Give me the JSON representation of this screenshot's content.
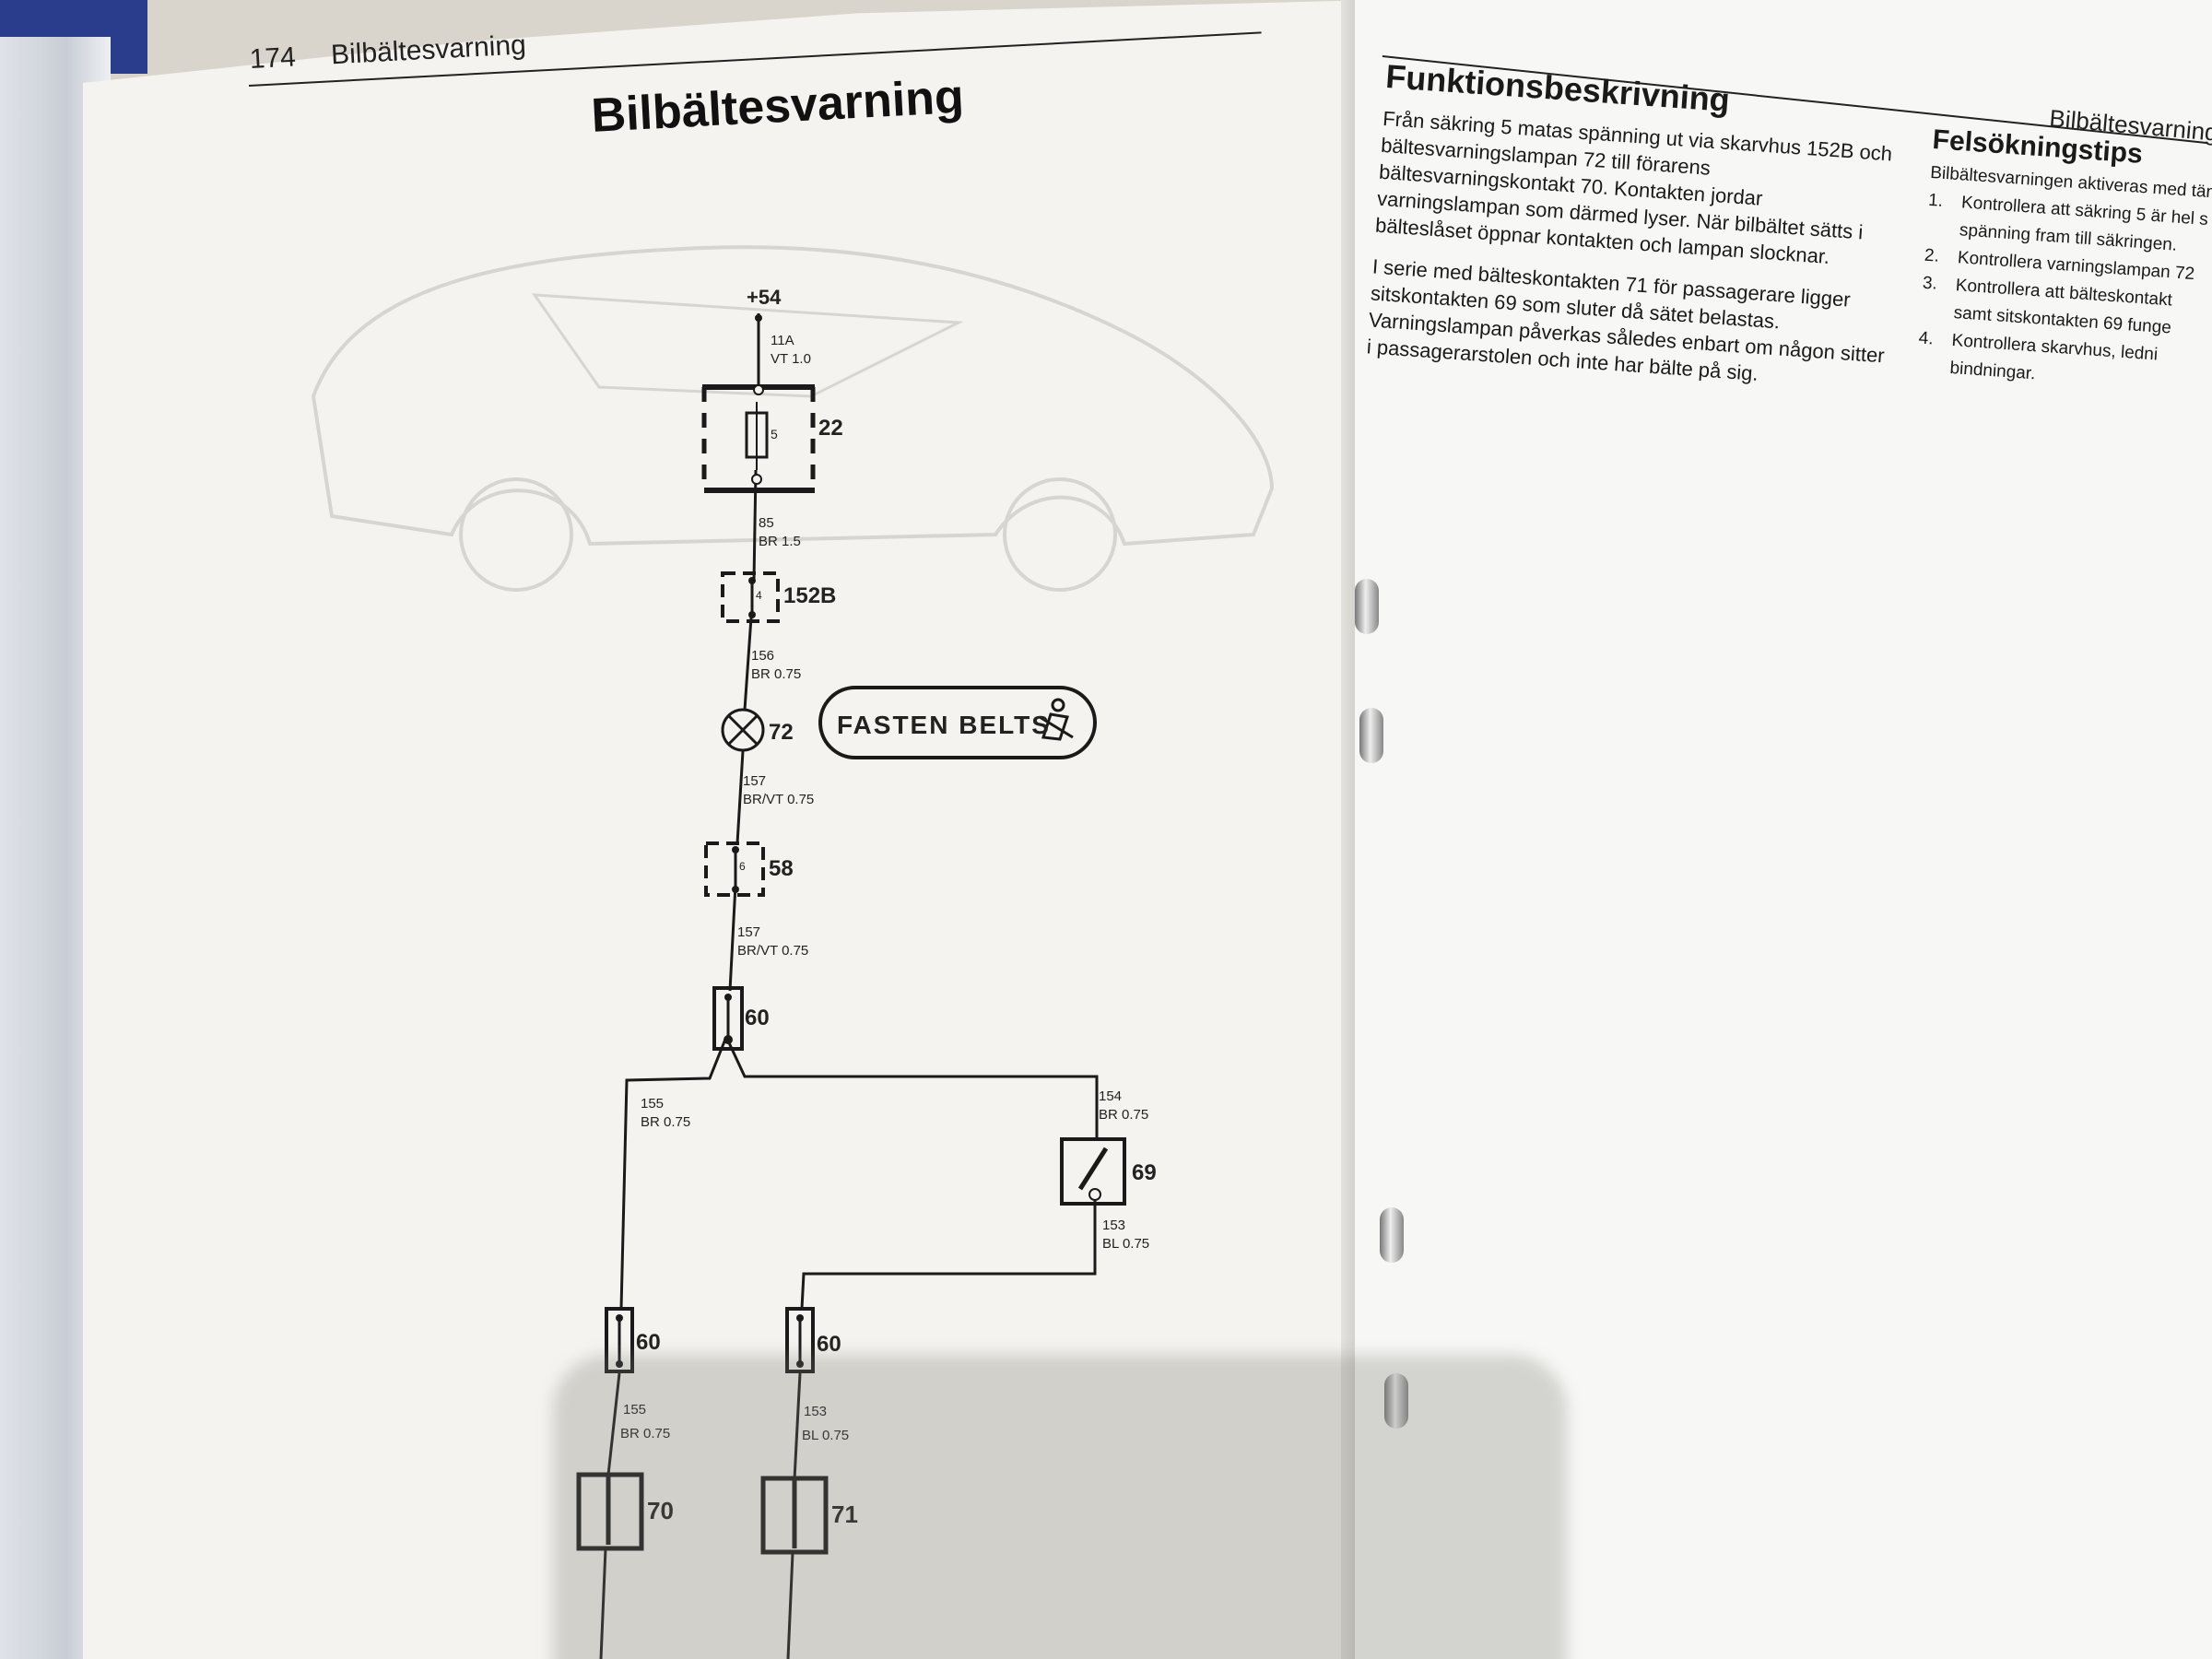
{
  "left_page": {
    "page_number": "174",
    "running_header": "Bilbältesvarning",
    "title": "Bilbältesvarning"
  },
  "diagram": {
    "supply": "+54",
    "wires": [
      {
        "id": "w11a",
        "num": "11A",
        "spec": "VT 1.0"
      },
      {
        "id": "w85",
        "num": "85",
        "spec": "BR 1.5"
      },
      {
        "id": "w156",
        "num": "156",
        "spec": "BR 0.75"
      },
      {
        "id": "w157a",
        "num": "157",
        "spec": "BR/VT 0.75"
      },
      {
        "id": "w157b",
        "num": "157",
        "spec": "BR/VT 0.75"
      },
      {
        "id": "w155a",
        "num": "155",
        "spec": "BR 0.75"
      },
      {
        "id": "w154",
        "num": "154",
        "spec": "BR 0.75"
      },
      {
        "id": "w153a",
        "num": "153",
        "spec": "BL 0.75"
      },
      {
        "id": "w155b",
        "num": "155",
        "spec": "BR 0.75"
      },
      {
        "id": "w153b",
        "num": "153",
        "spec": "BL 0.75"
      }
    ],
    "components": {
      "fuse_box": "22",
      "fuse_pin": "5",
      "connector_152b": "152B",
      "connector_152b_pin": "4",
      "lamp": "72",
      "lamp_text": "FASTEN BELTS",
      "connector_58": "58",
      "connector_58_pin": "6",
      "splice_60_top": "60",
      "seat_switch": "69",
      "splice_60_left": "60",
      "splice_60_right": "60",
      "driver_switch": "70",
      "passenger_switch": "71"
    }
  },
  "right_page": {
    "running_header": "Bilbältesvarning",
    "function_heading": "Funktionsbeskrivning",
    "function_p1": "Från säkring 5 matas spänning ut via skarvhus 152B och bältesvarningslampan 72 till förarens bältesvarningskontakt 70. Kontakten jordar varningslampan som därmed lyser. När bilbältet sätts i bälteslåset öppnar kontakten och lampan slocknar.",
    "function_p2": "I serie med bälteskontakten 71 för passagerare ligger sitskontakten 69 som sluter då sätet belastas. Varningslampan påverkas således enbart om någon sitter i passagerarstolen och inte har bälte på sig.",
    "tips_heading": "Felsökningstips",
    "tips_intro": "Bilbältesvarningen aktiveras med tänd",
    "tips": [
      {
        "n": "1.",
        "text": "Kontrollera att säkring 5 är hel s"
      },
      {
        "n": "",
        "text": "spänning fram till säkringen."
      },
      {
        "n": "2.",
        "text": "Kontrollera varningslampan 72"
      },
      {
        "n": "3.",
        "text": "Kontrollera att bälteskontakt"
      },
      {
        "n": "",
        "text": "samt sitskontakten 69 funge"
      },
      {
        "n": "4.",
        "text": "Kontrollera skarvhus, ledni"
      },
      {
        "n": "",
        "text": "bindningar."
      }
    ]
  }
}
